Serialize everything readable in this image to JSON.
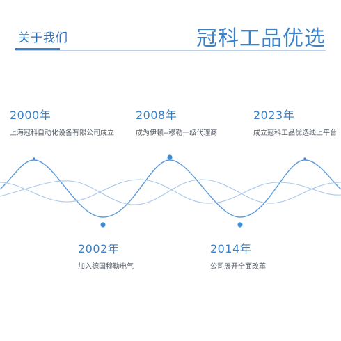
{
  "header": {
    "left_title": "关于我们",
    "right_title": "冠科工品优选"
  },
  "colors": {
    "accent": "#3b82c8",
    "wave_main": "#5b9bd8",
    "wave_light": "#a9c8ea",
    "divider": "#b9cfe6"
  },
  "timeline": [
    {
      "year": "2000年",
      "desc": "上海冠科自动化设备有限公司成立"
    },
    {
      "year": "2002年",
      "desc": "加入德国穆勒电气"
    },
    {
      "year": "2008年",
      "desc": "成为伊顿--穆勒一级代理商"
    },
    {
      "year": "2014年",
      "desc": "公司展开全面改革"
    },
    {
      "year": "2023年",
      "desc": "成立冠科工品优选线上平台"
    }
  ]
}
